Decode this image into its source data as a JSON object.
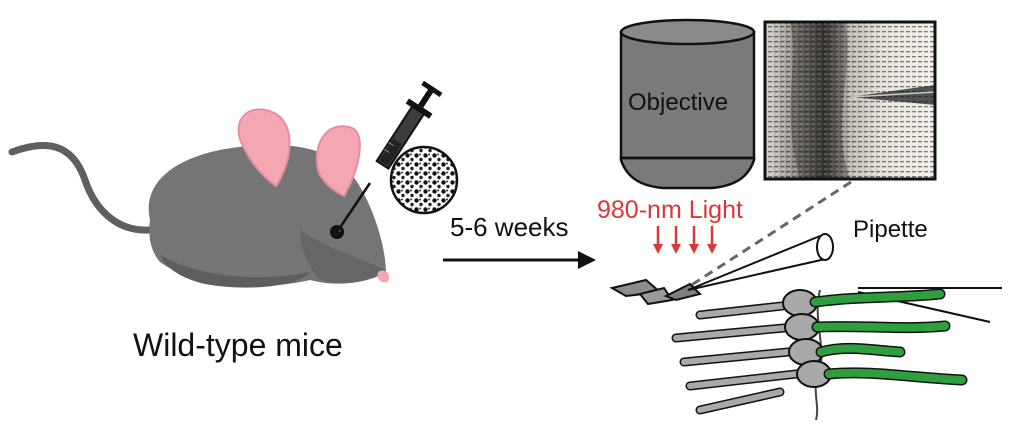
{
  "labels": {
    "mouse_caption": "Wild-type mice",
    "time_interval": "5-6 weeks",
    "objective": "Objective",
    "light": "980-nm Light",
    "pipette": "Pipette"
  },
  "colors": {
    "mouse_body": "#757575",
    "mouse_shadow": "#5e5e5e",
    "ear_pink": "#f4a6b3",
    "objective_fill": "#7a7a7a",
    "light_red": "#d9383a",
    "neuron_gray": "#a9a9a9",
    "axon_green": "#2e9e3e",
    "line_black": "#111111"
  },
  "icons": {
    "mouse": "mouse-illustration",
    "syringe": "syringe-icon",
    "particles": "nanoparticle-circle-icon",
    "objective": "microscope-objective-icon",
    "micrograph": "retina-micrograph-image",
    "pipette": "patch-pipette-icon",
    "retina": "retinal-neurons-illustration"
  }
}
